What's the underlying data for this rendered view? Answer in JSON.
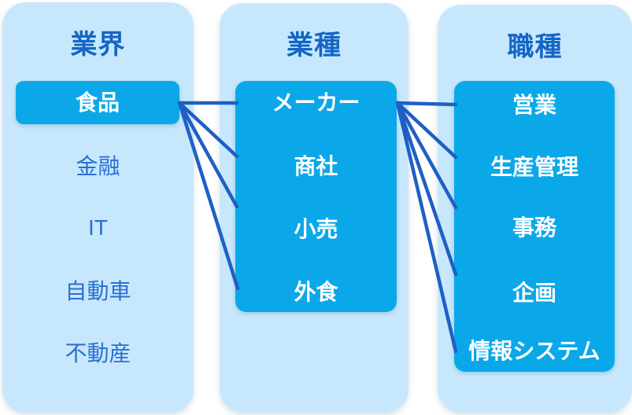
{
  "colors": {
    "column_bg": "#c7e8fc",
    "box_bg": "#0aa8e8",
    "header_text": "#1565c6",
    "item_text": "#2b6fd2",
    "box_text": "#ffffff",
    "connector": "#1f5fc5"
  },
  "columns": [
    {
      "header": "業界",
      "items": [
        "食品",
        "金融",
        "IT",
        "自動車",
        "不動産"
      ],
      "highlighted_item": "食品"
    },
    {
      "header": "業種",
      "items": [
        "メーカー",
        "商社",
        "小売",
        "外食"
      ]
    },
    {
      "header": "職種",
      "items": [
        "営業",
        "生産管理",
        "事務",
        "企画",
        "情報システム"
      ]
    }
  ],
  "connections": [
    {
      "from": "食品",
      "to": "メーカー"
    },
    {
      "from": "食品",
      "to": "商社"
    },
    {
      "from": "食品",
      "to": "小売"
    },
    {
      "from": "食品",
      "to": "外食"
    },
    {
      "from": "メーカー",
      "to": "営業"
    },
    {
      "from": "メーカー",
      "to": "生産管理"
    },
    {
      "from": "メーカー",
      "to": "事務"
    },
    {
      "from": "メーカー",
      "to": "企画"
    },
    {
      "from": "メーカー",
      "to": "情報システム"
    }
  ]
}
